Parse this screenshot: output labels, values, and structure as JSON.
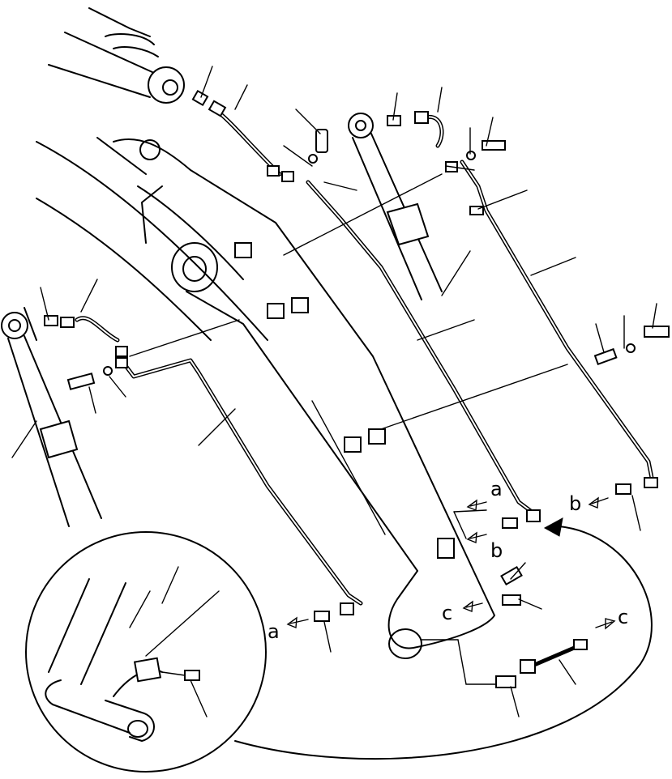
{
  "callouts": {
    "a_upper": "a",
    "a_lower": "a",
    "b_left": "b",
    "b_right": "b",
    "c_left": "c",
    "c_right": "c"
  }
}
